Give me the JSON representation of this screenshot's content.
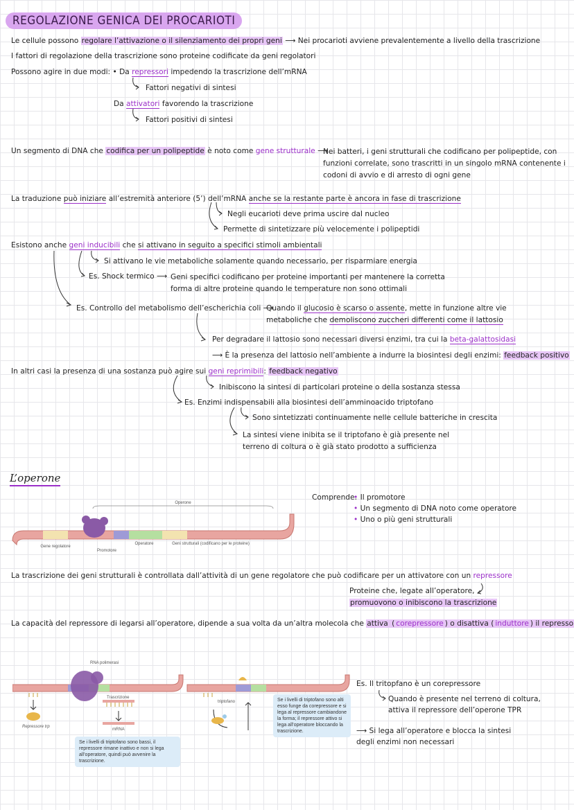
{
  "title": "REGOLAZIONE GENICA DEI PROCARIOTI",
  "l1": {
    "a": "Le cellule possono ",
    "b": "regolare l’attivazione o il silenziamento dei propri geni",
    "c": " ⟶ Nei procarioti avviene prevalentemente a livello della trascrizione"
  },
  "l2": "I fattori di regolazione della trascrizione sono proteine codificate da geni regolatori",
  "l3": {
    "a": "Possono agire in due modi:  • Da ",
    "b": "repressori",
    "c": " impedendo la trascrizione dell’mRNA"
  },
  "l4": "Fattori negativi di sintesi",
  "l5": {
    "a": "Da ",
    "b": "attivatori",
    "c": " favorendo la trascrizione"
  },
  "l6": "Fattori positivi di sintesi",
  "l7": {
    "a": "Un segmento di DNA che ",
    "b": "codifica per un polipeptide",
    "c": " è noto come ",
    "d": "gene strutturale"
  },
  "l7r": "Nei batteri, i geni strutturali che codificano per polipeptide, con funzioni correlate, sono trascritti in un singolo mRNA contenente i codoni di avvio e di arresto di ogni gene",
  "l8": {
    "a": "La traduzione ",
    "b": "può iniziare",
    "c": " all’estremità anteriore (5’) dell’mRNA ",
    "d": "anche se la restante parte è ancora in fase di trascrizione"
  },
  "l9": "Negli eucarioti deve prima uscire dal nucleo",
  "l10": "Permette di sintetizzare più velocemente i polipeptidi",
  "l11": {
    "a": "Esistono anche ",
    "b": "geni inducibili",
    "c": " che ",
    "d": "si attivano in seguito a specifici stimoli ambientali"
  },
  "l12": "Si attivano le vie metaboliche solamente quando necessario, per risparmiare energia",
  "l13": "Es. Shock termico ⟶",
  "l13r": "Geni specifici codificano per proteine importanti per mantenere la corretta forma di altre proteine quando le temperature non sono ottimali",
  "l14": "Es. Controllo del metabolismo dell’escherichia coli ⟶",
  "l14r": {
    "a": "Quando il ",
    "b": "glucosio è scarso o assente",
    "c": ", mette in funzione altre vie metaboliche che ",
    "d": "demoliscono zuccheri differenti come il lattosio"
  },
  "l15": {
    "a": "Per degradare il lattosio sono necessari diversi enzimi, tra cui la ",
    "b": "beta-galattosidasi"
  },
  "l16": {
    "a": "⟶ È la presenza del lattosio nell’ambiente a indurre la biosintesi degli enzimi: ",
    "b": "feedback positivo"
  },
  "l17": {
    "a": "In altri casi la presenza di una sostanza può agire sui ",
    "b": "geni reprimibili",
    "c": ": ",
    "d": "feedback negativo"
  },
  "l18": "Inibiscono la sintesi di particolari proteine o della sostanza stessa",
  "l19": "Es. Enzimi indispensabili alla biosintesi dell’amminoacido triptofano",
  "l20": "Sono sintetizzati continuamente nelle cellule batteriche in crescita",
  "l21": "La sintesi viene inibita se il triptofano è già presente nel terreno di coltura o è già stato prodotto a sufficienza",
  "subtitle": "L’operone",
  "comprende": {
    "label": "Comprende:",
    "items": [
      "Il promotore",
      "Un segmento di DNA noto come operatore",
      "Uno o più geni strutturali"
    ]
  },
  "fig1": {
    "operone": "Operone",
    "gene_reg": "Gene regolatore",
    "promotore": "Promotore",
    "operatore": "Operatore",
    "geni": "Geni strutturali (codificano per le proteine)"
  },
  "l22": {
    "a": "La trascrizione dei geni strutturali è controllata dall’attività di un gene regolatore che può codificare per un attivatore con un ",
    "b": "repressore"
  },
  "l23a": "Proteine che, legate all’operatore,",
  "l23b": "promuovono o inibiscono la trascrizione",
  "l24": {
    "a": "La capacità del repressore di legarsi all’operatore, dipende a sua volta da un’altra molecola che ",
    "b": "attiva",
    "c": " (",
    "d": "corepressore",
    "e": ") o disattiva (",
    "f": "induttore",
    "g": ") il repressore"
  },
  "fig2": {
    "rna_pol": "RNA polimerasi",
    "trascrizione": "Trascrizione",
    "mrna": "mRNA",
    "repressore": "Repressore trp",
    "note1": "Se i livelli di triptofano sono bassi, il repressore rimane inattivo e non si lega all’operatore, quindi può avvenire la trascrizione.",
    "triptofano": "triptofano",
    "note2": "Se i livelli di triptofano sono alti esso funge da corepressore e si lega al repressore cambiandone la forma; il repressore attivo si lega all’operatore bloccando la trascrizione."
  },
  "r1": "Es. Il tritopfano è un corepressore",
  "r2": "Quando è presente nel terreno di coltura, attiva il repressore dell’operone TPR",
  "r3": "⟶ Si lega all’operatore e blocca la sintesi degli enzimi non necessari"
}
